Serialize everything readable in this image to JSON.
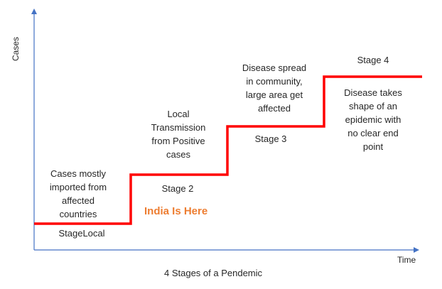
{
  "axes": {
    "y_label": "Cases",
    "x_label": "Time"
  },
  "caption": "4 Stages of a Pendemic",
  "highlight": "India Is Here",
  "colors": {
    "step_line": "#ff0000",
    "axis": "#4472c4",
    "highlight": "#ed7d31"
  },
  "stages": [
    {
      "name": "StageLocal",
      "description": "Cases mostly\nimported from\naffected\ncountries"
    },
    {
      "name": "Stage 2",
      "description": "Local\nTransmission\nfrom Positive\ncases"
    },
    {
      "name": "Stage 3",
      "description": "Disease spread\nin community,\nlarge area get\naffected"
    },
    {
      "name": "Stage 4",
      "description": "Disease takes\nshape of an\nepidemic with\nno clear end\npoint"
    }
  ]
}
